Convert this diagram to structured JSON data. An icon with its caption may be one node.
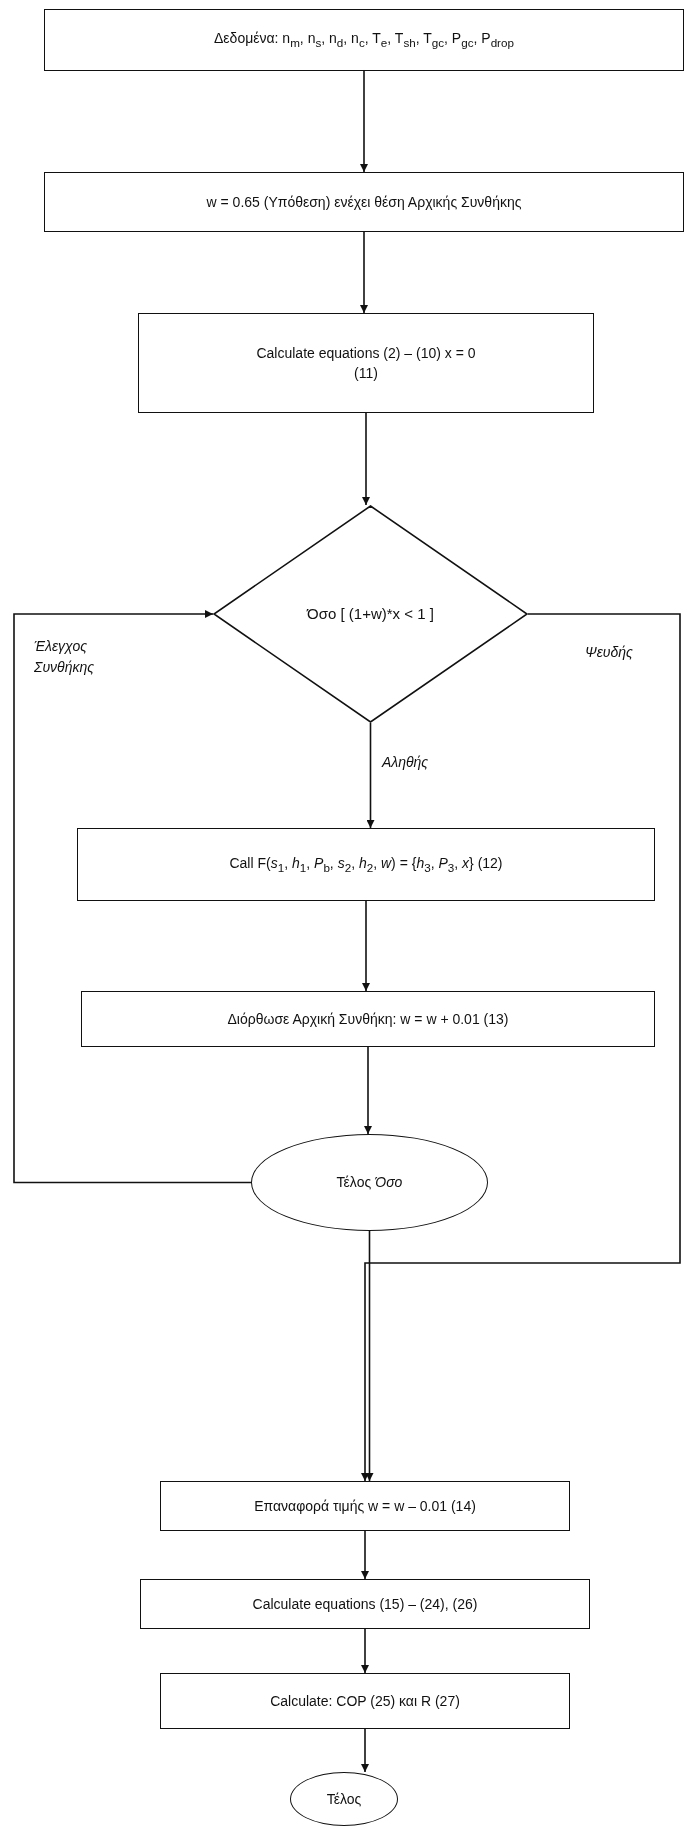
{
  "diagram": {
    "nodes": [
      {
        "text": [
          "Δεδομένα: n$_{m}$, n$_{s}$, n$_{d}$, n$_{c}$, T$_{e}$, T$_{sh}$, T$_{gc}$, P$_{gc}$, P$_{drop}$"
        ]
      },
      {
        "text": [
          "w = 0.65 (Υπόθεση) ενέχει θέση Αρχικής Συνθήκης"
        ]
      },
      {
        "text": [
          "Calculate equations (2) – (10) x = 0 (11)"
        ]
      },
      {
        "text": [
          "Όσο [  (1+w)*x < 1 ]"
        ]
      },
      {
        "text": [
          "Call F(*s*$_{1}$, *h*$_{1}$, *P*$_{b}$, *s*$_{2}$, *h*$_{2}$, *w*) = {*h*$_{3}$, *P*$_{3}$, *x*}  (12)"
        ]
      },
      {
        "text": [
          "Διόρθωσε Αρχική Συνθήκη: w = w + 0.01 (13)"
        ]
      },
      {
        "text": [
          "Τέλος *Όσο*"
        ]
      },
      {
        "text": [
          "Επαναφορά τιμής w = w – 0.01 (14)"
        ]
      },
      {
        "text": [
          "Calculate equations (15) – (24), (26)"
        ]
      },
      {
        "text": [
          "Calculate: COP (25) και R (27)"
        ]
      },
      {
        "text": [
          "Τέλος"
        ]
      }
    ],
    "edges": [
      {
        "from": 0,
        "to": 1,
        "arrow": "to"
      },
      {
        "from": 1,
        "to": 2,
        "arrow": "to"
      },
      {
        "from": 2,
        "to": 3,
        "arrow": "to"
      },
      {
        "from": 3,
        "to": 4,
        "arrow": "to",
        "label": "Αληθής"
      },
      {
        "from": 4,
        "to": 5,
        "arrow": "to"
      },
      {
        "from": 5,
        "to": 6,
        "arrow": "to"
      },
      {
        "from": 6,
        "to": 3,
        "arrow": "to",
        "label": "Έλεγχος Συνθήκης"
      },
      {
        "from": 3,
        "to": 7,
        "arrow": "to",
        "label": "Ψευδής"
      },
      {
        "from": 6,
        "to": 7,
        "arrow": "to"
      },
      {
        "from": 7,
        "to": 8,
        "arrow": "to"
      },
      {
        "from": 8,
        "to": 9,
        "arrow": "to"
      },
      {
        "from": 9,
        "to": 10,
        "arrow": "to"
      }
    ]
  }
}
